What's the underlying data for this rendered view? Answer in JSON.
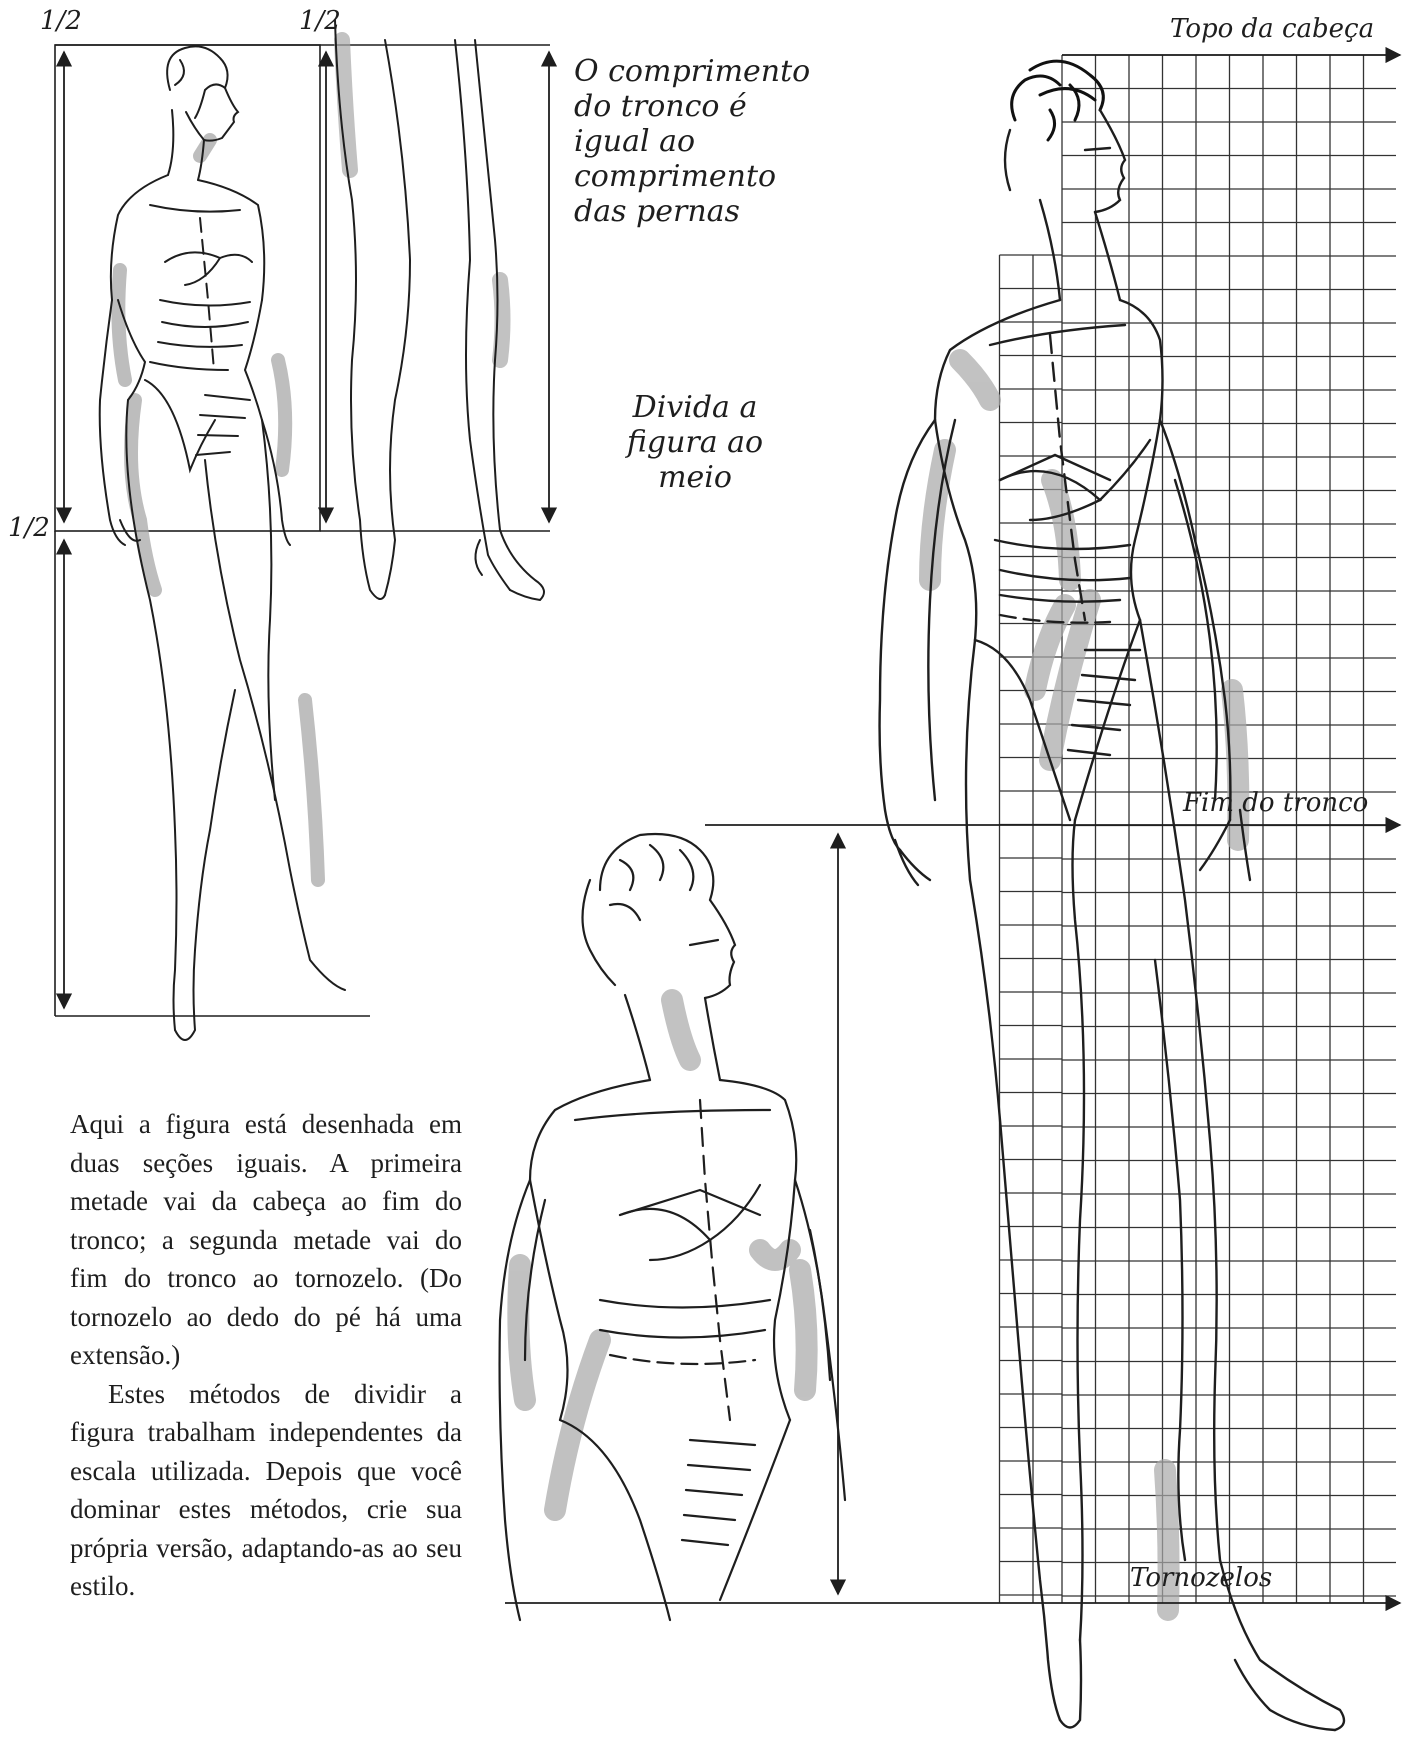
{
  "labels": {
    "half_top_left": "1/2",
    "half_top_right": "1/2",
    "half_mid_left": "1/2",
    "torso_note": "O comprimento do tronco é igual ao comprimento das pernas",
    "divide_note": "Divida a figura ao meio",
    "head_top": "Topo da cabeça",
    "torso_end": "Fim do tronco",
    "ankles": "Tornozelos"
  },
  "body_text": {
    "p1": "Aqui a figura está desenhada em duas seções iguais. A primeira metade vai da cabeça ao fim do tronco; a segunda metade vai do fim do tronco ao tornozelo. (Do tornozelo ao dedo do pé há uma extensão.)",
    "p2": "Estes métodos de dividir a figura trabalham independentes da escala utilizada. Depois que você dominar estes métodos, crie sua própria versão, adaptando-as ao seu estilo."
  },
  "figures": [
    {
      "id": "left-figure",
      "pose": "standing, three-quarter view"
    },
    {
      "id": "legs-figure",
      "pose": "legs only, walking"
    },
    {
      "id": "tall-figure",
      "pose": "full figure walking, over grid"
    },
    {
      "id": "torso-figure",
      "pose": "head and torso"
    }
  ],
  "colors": {
    "ink": "#1e1e1e",
    "grid": "#333333",
    "wash": "#9a9a9a",
    "paper": "#ffffff"
  }
}
